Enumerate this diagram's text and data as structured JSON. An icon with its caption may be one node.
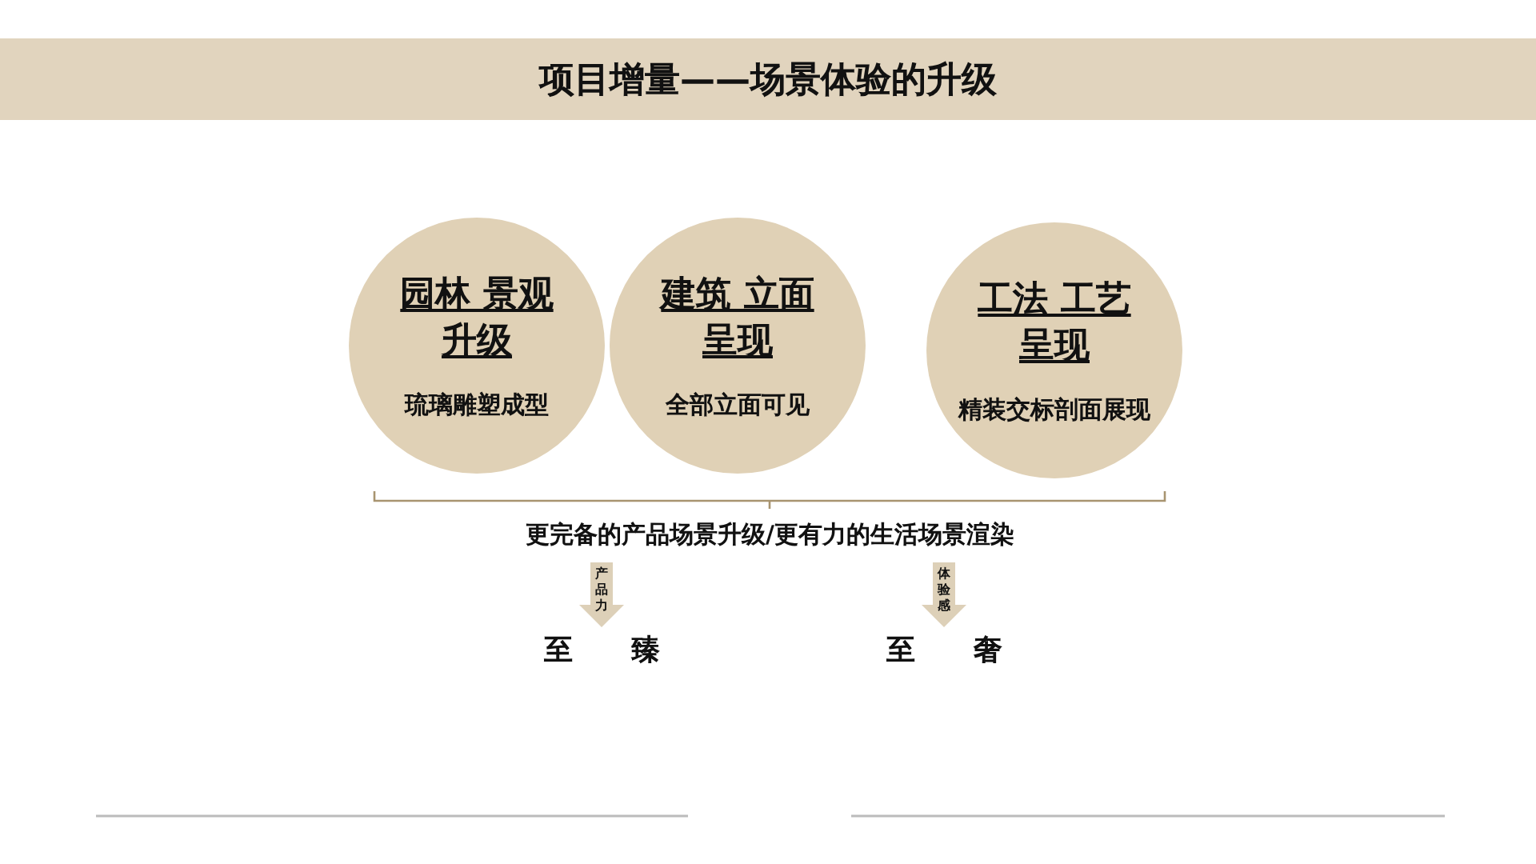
{
  "diagram": {
    "title": "项目增量——场景体验的升级",
    "nodes": [
      {
        "text": [
          "园林 景观升级",
          "琉璃雕塑成型"
        ]
      },
      {
        "text": [
          "建筑 立面呈现",
          "全部立面可见"
        ]
      },
      {
        "text": [
          "工法 工艺呈现",
          "精装交标剖面展现"
        ]
      },
      {
        "text": [
          "更完备的产品场景升级/更有力的生活场景渲染"
        ]
      },
      {
        "text": [
          "至 臻"
        ]
      },
      {
        "text": [
          "至 奢"
        ]
      }
    ],
    "edges": [
      {
        "from": 3,
        "to": 4,
        "arrow": "to",
        "label": "产品力"
      },
      {
        "from": 3,
        "to": 5,
        "arrow": "to",
        "label": "体验感"
      }
    ]
  }
}
